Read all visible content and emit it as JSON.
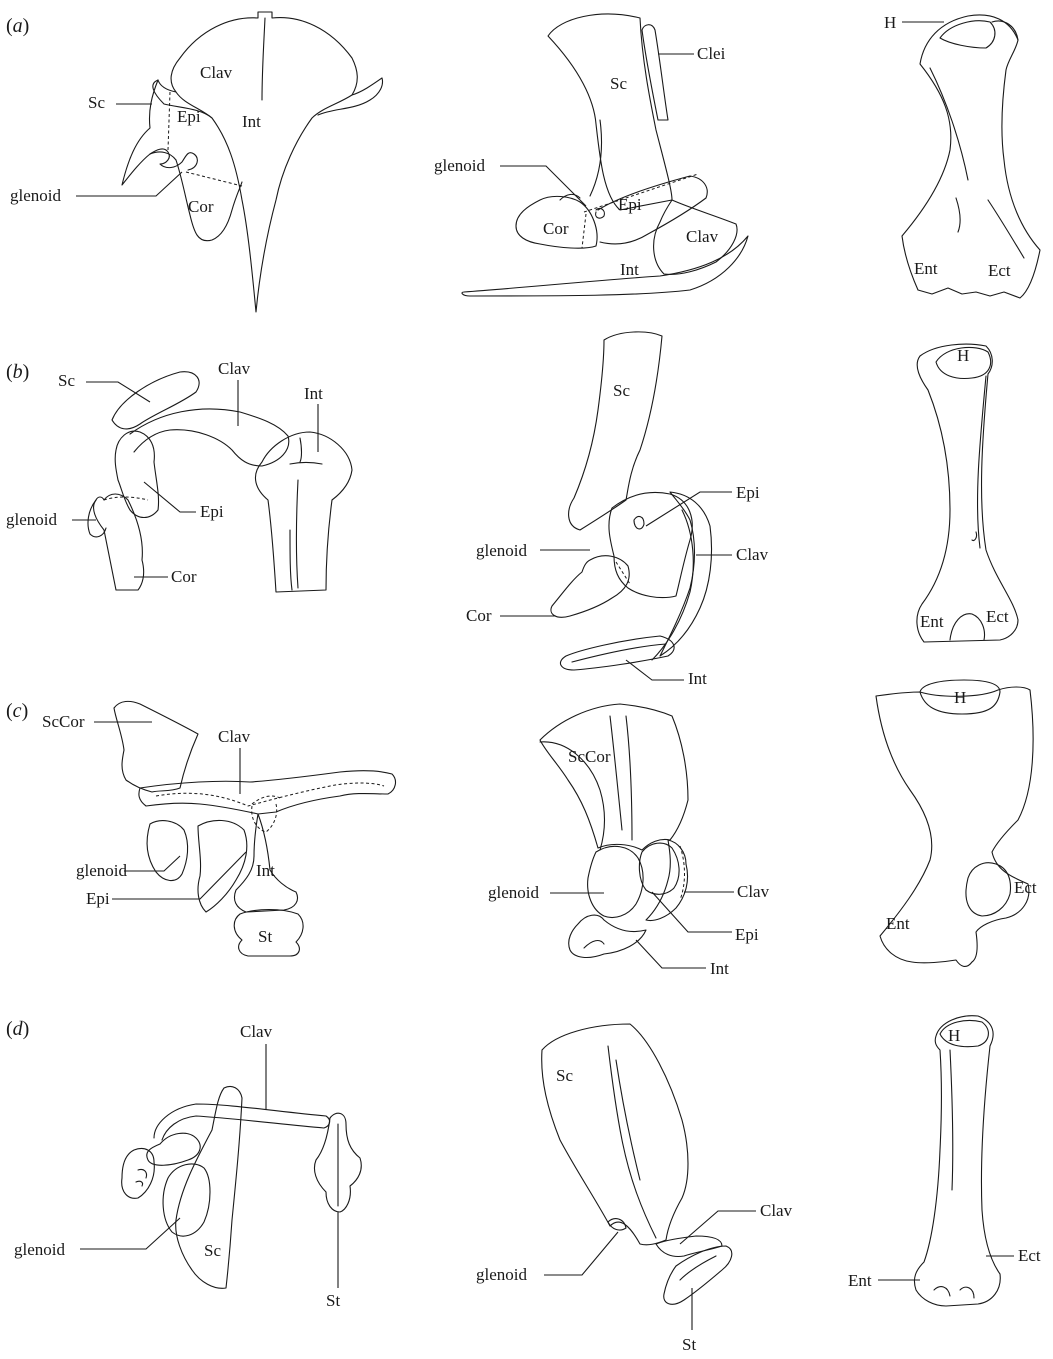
{
  "panels": [
    {
      "letter": "a",
      "pre": "(",
      "post": ")"
    },
    {
      "letter": "b",
      "pre": "(",
      "post": ")"
    },
    {
      "letter": "c",
      "pre": "(",
      "post": ")"
    },
    {
      "letter": "d",
      "pre": "(",
      "post": ")"
    }
  ],
  "labels": {
    "a": {
      "pectoral_ventral": {
        "Clav": "Clav",
        "Sc": "Sc",
        "Epi": "Epi",
        "Int": "Int",
        "glenoid": "glenoid",
        "Cor": "Cor"
      },
      "pectoral_lateral": {
        "Clei": "Clei",
        "Sc": "Sc",
        "glenoid": "glenoid",
        "Epi": "Epi",
        "Cor": "Cor",
        "Clav": "Clav",
        "Int": "Int"
      },
      "humerus": {
        "H": "H",
        "Ent": "Ent",
        "Ect": "Ect"
      }
    },
    "b": {
      "pectoral_ventral": {
        "Sc": "Sc",
        "Clav": "Clav",
        "Int": "Int",
        "glenoid": "glenoid",
        "Epi": "Epi",
        "Cor": "Cor"
      },
      "pectoral_lateral": {
        "Sc": "Sc",
        "Epi": "Epi",
        "glenoid": "glenoid",
        "Clav": "Clav",
        "Cor": "Cor",
        "Int": "Int"
      },
      "humerus": {
        "H": "H",
        "Ent": "Ent",
        "Ect": "Ect"
      }
    },
    "c": {
      "pectoral_ventral": {
        "ScCor": "ScCor",
        "Clav": "Clav",
        "glenoid": "glenoid",
        "Epi": "Epi",
        "Int": "Int",
        "St": "St"
      },
      "pectoral_lateral": {
        "ScCor": "ScCor",
        "glenoid": "glenoid",
        "Clav": "Clav",
        "Epi": "Epi",
        "Int": "Int"
      },
      "humerus": {
        "H": "H",
        "Ect": "Ect",
        "Ent": "Ent"
      }
    },
    "d": {
      "pectoral_ventral": {
        "Clav": "Clav",
        "glenoid": "glenoid",
        "Sc": "Sc",
        "St": "St"
      },
      "pectoral_lateral": {
        "Sc": "Sc",
        "Clav": "Clav",
        "glenoid": "glenoid",
        "St": "St"
      },
      "humerus": {
        "H": "H",
        "Ent": "Ent",
        "Ect": "Ect"
      }
    }
  }
}
